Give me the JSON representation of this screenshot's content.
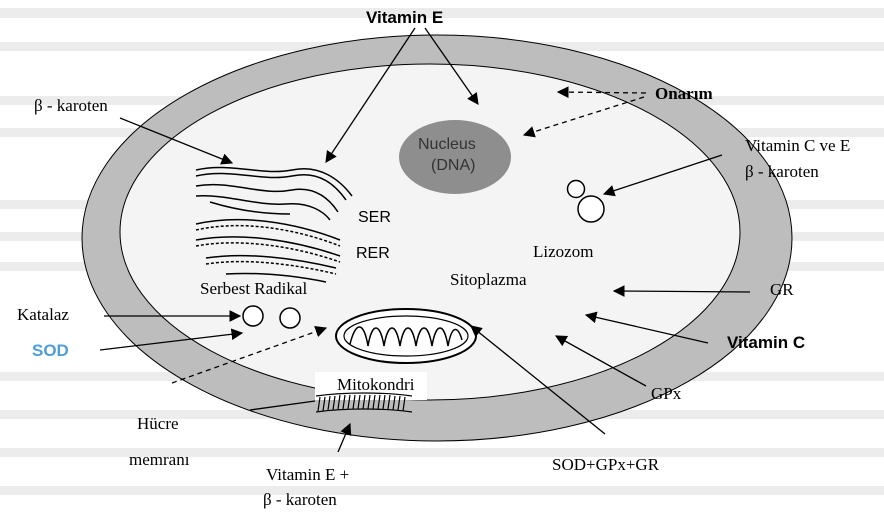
{
  "labels": {
    "vitamin_e_top": "Vitamin E",
    "beta_karoten": "β - karoten",
    "onarim": "Onarım",
    "nucleus": "Nucleus",
    "dna": "(DNA)",
    "vitamin_c_ve_e": "Vitamin C ve E",
    "beta_karoten_2": "β - karoten",
    "ser": "SER",
    "rer": "RER",
    "lizozom": "Lizozom",
    "serbest_radikal": "Serbest Radikal",
    "sitoplazma": "Sitoplazma",
    "gr": "GR",
    "katalaz": "Katalaz",
    "sod": "SOD",
    "vitamin_c": "Vitamin C",
    "mitokondri": "Mitokondri",
    "gpx": "GPx",
    "hucre": "Hücre",
    "membrani": "memranı",
    "vitamin_e_plus": "Vitamin E +",
    "beta_karoten_3": "β - karoten",
    "sod_gpx_gr": "SOD+GPx+GR"
  },
  "colors": {
    "cell_ring": "#bdbdbd",
    "cytoplasm": "#f4f4f4",
    "nucleus": "#8e8e8e",
    "sod_label": "#4f9fd6",
    "outline": "#000000"
  }
}
